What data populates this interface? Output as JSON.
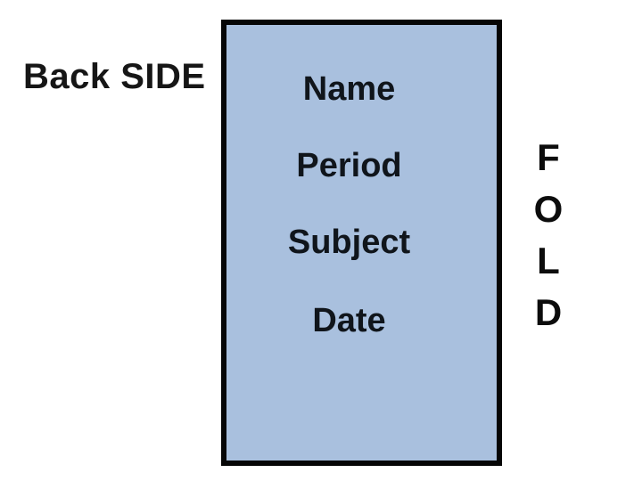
{
  "labels": {
    "back_side": "Back SIDE"
  },
  "card": {
    "fields": [
      "Name",
      "Period",
      "Subject",
      "Date"
    ],
    "fill_color": "#a9c0de",
    "border_color": "#060606"
  },
  "fold": {
    "letters": [
      "F",
      "O",
      "L",
      "D"
    ]
  },
  "colors": {
    "background": "#ffffff",
    "text": "#10151b"
  }
}
